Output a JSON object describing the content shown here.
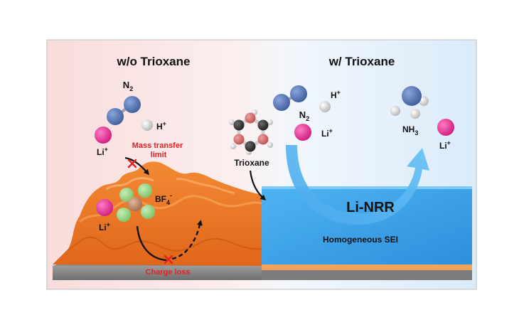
{
  "panel_left": {
    "title": "w/o Trioxane",
    "n2": "N",
    "n2_sub": "2",
    "h_plus": "H",
    "h_plus_sup": "+",
    "li_top": "Li",
    "li_top_sup": "+",
    "mass_transfer_line1": "Mass transfer",
    "mass_transfer_line2": "limit",
    "bf4": "BF",
    "bf4_sub": "4",
    "bf4_sup": "-",
    "li_surface": "Li",
    "li_surface_sup": "+",
    "charge_loss": "Charge loss"
  },
  "panel_right": {
    "title": "w/ Trioxane",
    "n2": "N",
    "n2_sub": "2",
    "h_plus": "H",
    "h_plus_sup": "+",
    "li_mid": "Li",
    "li_mid_sup": "+",
    "trioxane": "Trioxane",
    "nh3": "NH",
    "nh3_sub": "3",
    "li_right": "Li",
    "li_right_sup": "+",
    "li_nrr": "Li-NRR",
    "sei": "Homogeneous SEI"
  },
  "colors": {
    "li_ion": "#e0288c",
    "nitrogen": "#5674b0",
    "proton": "#c8c8c8",
    "deposit": "#f07a22",
    "sei_top": "#3aa2ea",
    "cross": "#e52020",
    "warning_text": "#e52020"
  }
}
